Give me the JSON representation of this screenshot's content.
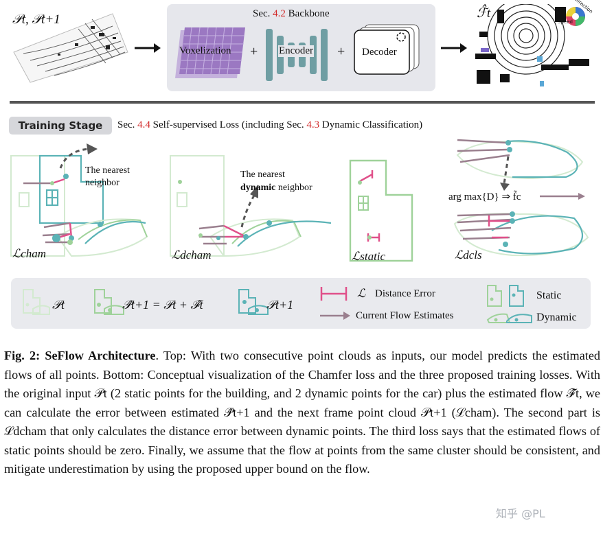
{
  "top": {
    "input_label": "𝒫t, 𝒫t+1",
    "backbone_title_prefix": "Sec.",
    "backbone_title_num": "4.2",
    "backbone_title_suffix": "Backbone",
    "voxelization": "Voxelization",
    "encoder": "Encoder",
    "decoder": "Decoder",
    "plus": "+",
    "output_label": "ℱ̂t",
    "wheel_label_a": "Direction",
    "wheel_label_b": "Speed"
  },
  "training": {
    "stage_label": "Training Stage",
    "sec_prefix": "Sec.",
    "sec_num_a": "4.4",
    "sec_mid": "Self-supervised Loss (including Sec.",
    "sec_num_b": "4.3",
    "sec_suffix": "Dynamic Classification)",
    "nearest_a": "The nearest",
    "nearest_b": "neighbor",
    "nearest_dyn_a": "The nearest",
    "nearest_dyn_bold": "dynamic",
    "nearest_dyn_b": "neighbor",
    "argmax": "arg max{D} ⇒ f̃c",
    "losses": [
      "ℒcham",
      "ℒdcham",
      "ℒstatic",
      "ℒdcls"
    ]
  },
  "legend": {
    "p_t": "𝒫t",
    "p_hat": "𝒫̂t+1 = 𝒫t + ℱ̂t",
    "p_t1": "𝒫t+1",
    "dist_symbol": "ℒ",
    "dist_error": "Distance Error",
    "flow_est": "Current Flow Estimates",
    "static": "Static",
    "dynamic": "Dynamic"
  },
  "caption": {
    "fig": "Fig. 2:",
    "title": "SeFlow Architecture",
    "text": ". Top: With two consecutive point clouds as inputs, our model predicts the estimated flows of all points. Bottom: Conceptual visualization of the Chamfer loss and the three proposed training losses. With the original input 𝒫t (2 static points for the building, and 2 dynamic points for the car) plus the estimated flow ℱ̂t, we can calculate the error between estimated 𝒫̂t+1 and the next frame point cloud 𝒫t+1 (ℒcham). The second part is ℒdcham that only calculates the distance error between dynamic points. The third loss says that the estimated flows of static points should be zero. Finally, we assume that the flow at points from the same cluster should be consistent, and mitigate underestimation by using the proposed upper bound on the flow."
  },
  "watermark": "知乎 @PL",
  "colors": {
    "teal": "#5bb3b6",
    "green": "#9fd29a",
    "pale_green": "#d3ead0",
    "pink": "#e0508a",
    "flow": "#9a7f8e",
    "voxel": "#9b78c2",
    "encoder": "#6f9ea3",
    "red_ref": "#d22a2a"
  }
}
